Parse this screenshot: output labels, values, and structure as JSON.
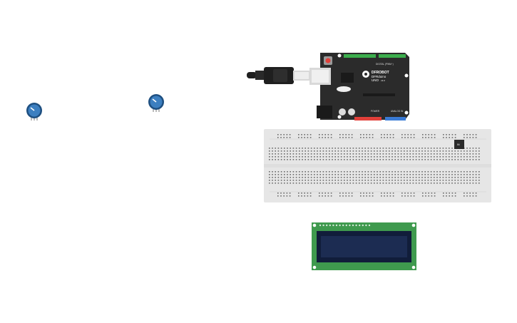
{
  "canvas": {
    "background": "#ffffff"
  },
  "components": {
    "potentiometers": [
      {
        "name": "potentiometer-1",
        "color": "#2f6fa8"
      },
      {
        "name": "potentiometer-2",
        "color": "#2f6fa8"
      }
    ],
    "arduino": {
      "brand": "DFROBOT",
      "model_line1": "DFRduino",
      "model_line2": "UNO",
      "model_suffix": "v3.0",
      "digital_label": "DIGITAL (PWM~)",
      "power_label": "POWER",
      "analog_label": "ANALOG IN",
      "board_color": "#2b2b2b",
      "green_header": "#3cae4d",
      "red_header": "#e2403a",
      "blue_header": "#3a7bd5"
    },
    "usb_cable": {
      "color": "#1f1f1f"
    },
    "breadboard": {
      "color": "#e6e6e6",
      "hole_color": "#6b6b6b"
    },
    "chip": {
      "label": "IN"
    },
    "lcd": {
      "pcb_color": "#3f9a4e",
      "screen_color": "#1c2c52"
    }
  }
}
